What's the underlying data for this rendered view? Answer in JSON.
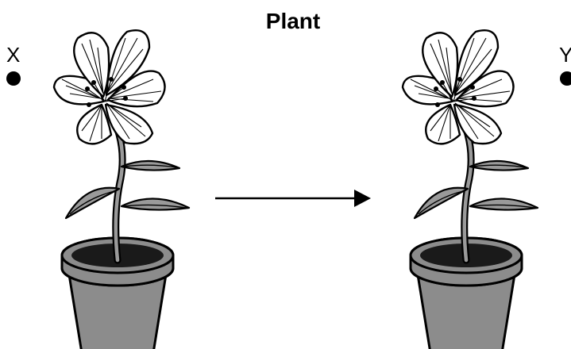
{
  "title": "Plant",
  "markers": [
    {
      "label": "X"
    },
    {
      "label": "Y"
    }
  ],
  "colors": {
    "pot": "#8c8c8c",
    "leaf": "#9a9a9a",
    "soil": "#1a1a1a",
    "outline": "#000000"
  },
  "icons": [
    "flower-pot-icon",
    "arrow-right-icon",
    "dot-marker-icon"
  ]
}
